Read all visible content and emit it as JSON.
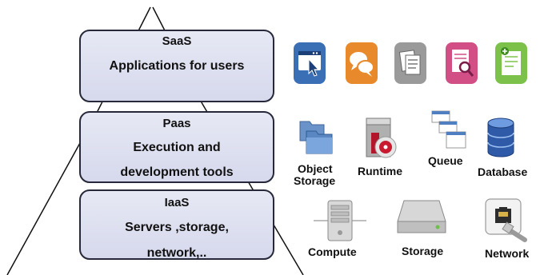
{
  "layers": {
    "saas": {
      "title": "SaaS",
      "description": "Applications for users"
    },
    "paas": {
      "title": "Paas",
      "description_line1": "Execution and",
      "description_line2": "development tools"
    },
    "iaas": {
      "title": "IaaS",
      "description_line1": "Servers ,storage,",
      "description_line2": "network,.."
    }
  },
  "saas_apps": [
    {
      "icon": "web-pointer-icon",
      "color": "#3a6fb5"
    },
    {
      "icon": "chat-bubbles-icon",
      "color": "#e8892b"
    },
    {
      "icon": "documents-icon",
      "color": "#9a9a9a"
    },
    {
      "icon": "document-search-icon",
      "color": "#d24f86"
    },
    {
      "icon": "form-add-icon",
      "color": "#7cc24a"
    }
  ],
  "paas_services": {
    "object_storage": {
      "label_line1": "Object",
      "label_line2": "Storage",
      "icon": "folders-icon"
    },
    "runtime": {
      "label": "Runtime",
      "icon": "runtime-disc-icon"
    },
    "queue": {
      "label": "Queue",
      "icon": "stacked-windows-icon"
    },
    "database": {
      "label": "Database",
      "icon": "database-cylinder-icon"
    }
  },
  "iaas_services": {
    "compute": {
      "label": "Compute",
      "icon": "server-tower-icon"
    },
    "storage": {
      "label": "Storage",
      "icon": "hard-drive-icon"
    },
    "network": {
      "label": "Network",
      "icon": "ethernet-port-icon"
    }
  }
}
